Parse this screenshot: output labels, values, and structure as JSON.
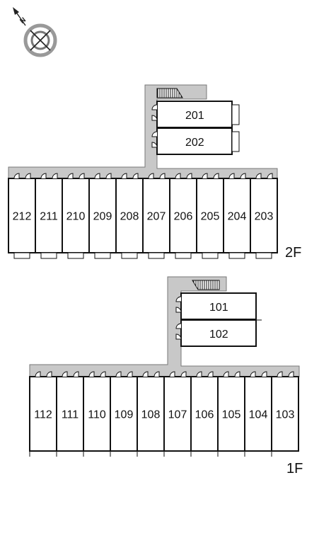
{
  "compass": {
    "north_label": "N",
    "icon": "compass-rose-icon"
  },
  "floor2": {
    "label": "2F",
    "top_units": [
      "201",
      "202"
    ],
    "row_units": [
      "212",
      "211",
      "210",
      "209",
      "208",
      "207",
      "206",
      "205",
      "204",
      "203"
    ],
    "stair_icon": "staircase-icon"
  },
  "floor1": {
    "label": "1F",
    "top_units": [
      "101",
      "102"
    ],
    "row_units": [
      "112",
      "111",
      "110",
      "109",
      "108",
      "107",
      "106",
      "105",
      "104",
      "103"
    ],
    "stair_icon": "staircase-icon"
  },
  "colors": {
    "corridor": "#c8c8c8",
    "wall": "#111111",
    "room": "#ffffff"
  }
}
